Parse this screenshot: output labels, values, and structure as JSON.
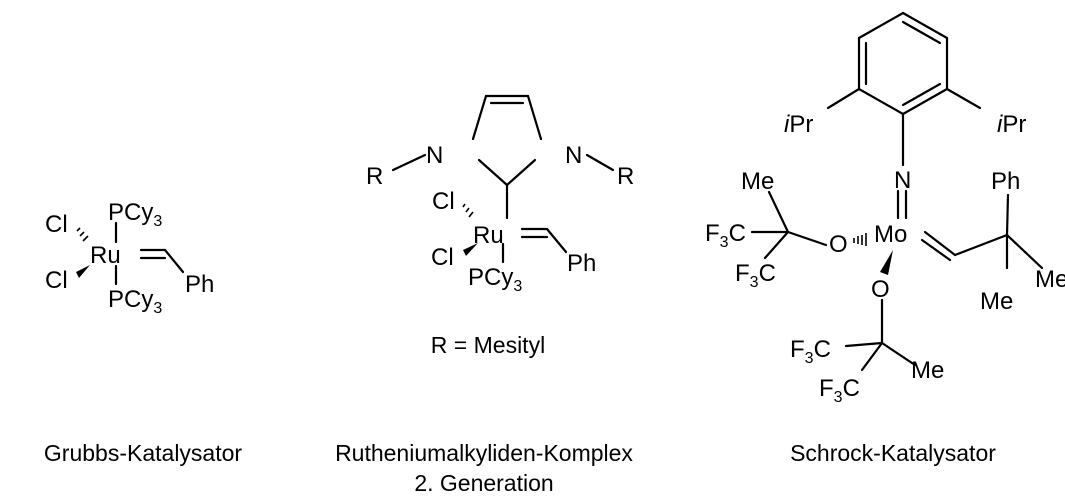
{
  "grubbs": {
    "caption": "Grubbs-Katalysator",
    "atoms": {
      "cl_top": "Cl",
      "cl_bottom": "Cl",
      "metal": "Ru",
      "p_top": "PCy",
      "p_top_sub": "3",
      "p_bottom": "PCy",
      "p_bottom_sub": "3",
      "ph": "Ph"
    }
  },
  "ruthenium": {
    "caption_line1": "Rutheniumalkyliden-Komplex",
    "caption_line2": "2. Generation",
    "legend": "R = Mesityl",
    "atoms": {
      "r_left": "R",
      "n_left": "N",
      "n_right": "N",
      "r_right": "R",
      "cl_top": "Cl",
      "cl_bottom": "Cl",
      "metal": "Ru",
      "pcy": "PCy",
      "pcy_sub": "3",
      "ph": "Ph"
    }
  },
  "schrock": {
    "caption": "Schrock-Katalysator",
    "atoms": {
      "ipr_left_i": "i",
      "ipr_left": "Pr",
      "ipr_right_i": "i",
      "ipr_right": "Pr",
      "n": "N",
      "mo": "Mo",
      "o_left": "O",
      "o_bottom": "O",
      "me_top": "Me",
      "f3c_1": "F",
      "f3c_1_sub": "3",
      "f3c_1_c": "C",
      "f3c_2": "F",
      "f3c_2_sub": "3",
      "f3c_2_c": "C",
      "ph": "Ph",
      "me_right": "Me",
      "me_right2": "Me",
      "f3c_3": "F",
      "f3c_3_sub": "3",
      "f3c_3_c": "C",
      "f3c_4": "F",
      "f3c_4_sub": "3",
      "f3c_4_c": "C",
      "me_bottom": "Me"
    }
  }
}
